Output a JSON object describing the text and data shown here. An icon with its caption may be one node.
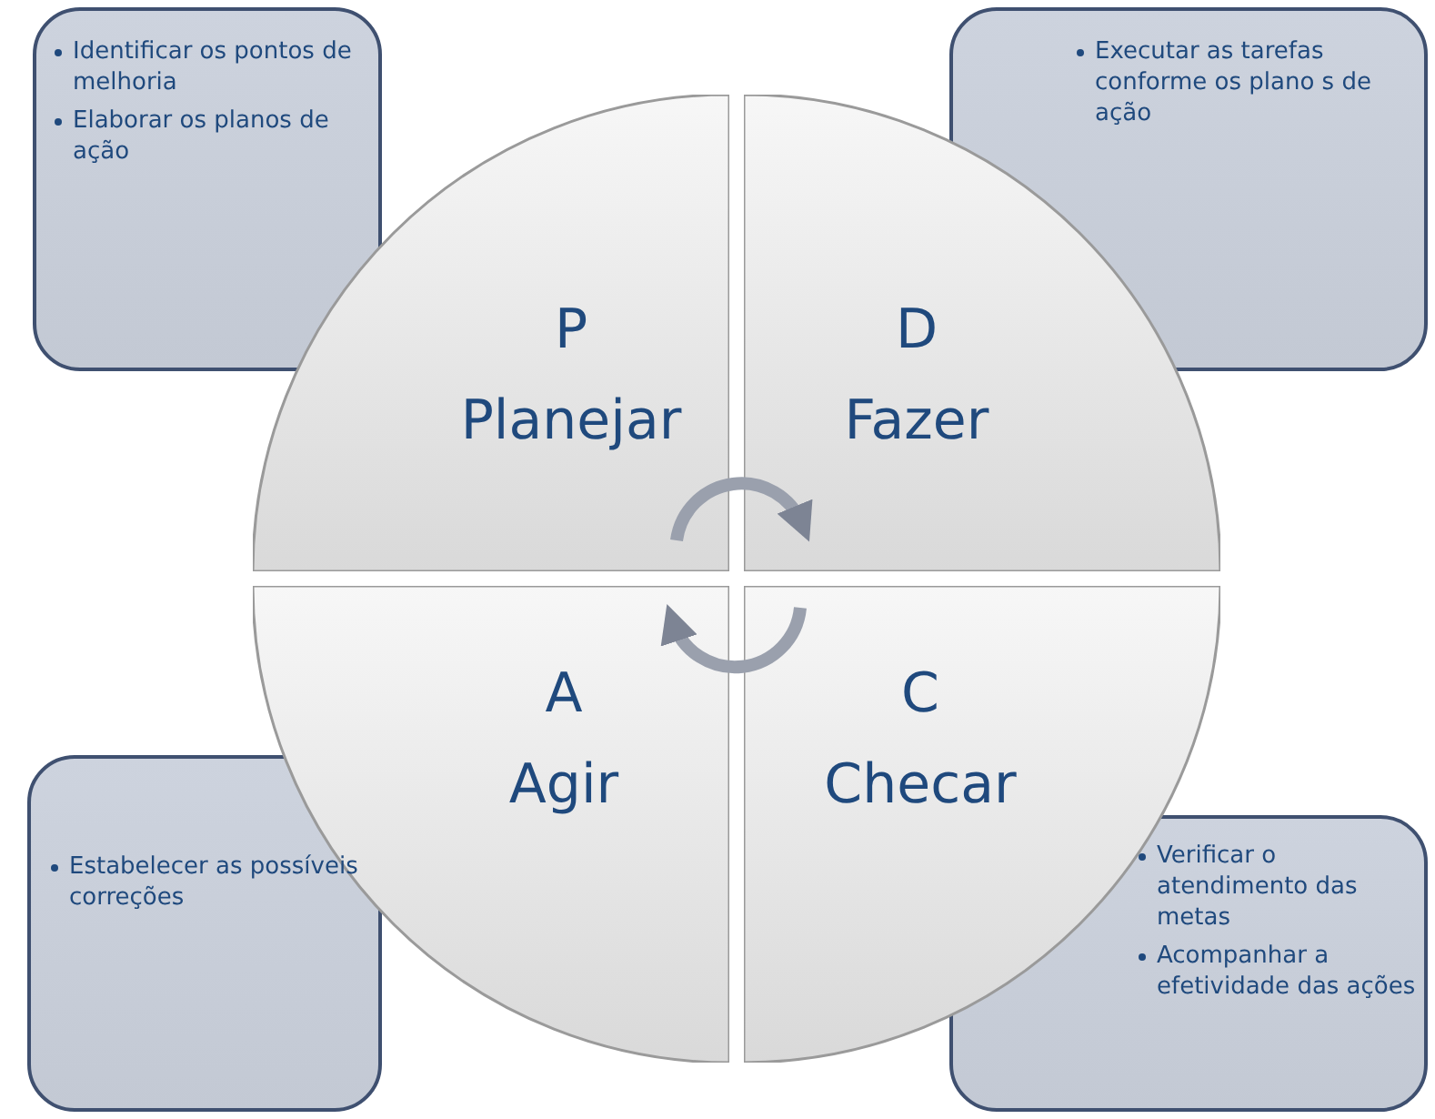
{
  "diagram": {
    "nodes": [
      {
        "text": [
          "Identificar os pontos de melhoria",
          "Elaborar os planos de ação"
        ]
      },
      {
        "text": [
          "Executar as tarefas conforme os plano s de ação"
        ]
      },
      {
        "text": [
          "P",
          "Planejar"
        ]
      },
      {
        "text": [
          "D",
          "Fazer"
        ]
      },
      {
        "text": [
          "A",
          "Agir"
        ]
      },
      {
        "text": [
          "C",
          "Checar"
        ]
      },
      {
        "text": [
          "Estabelecer as possíveis correções"
        ]
      },
      {
        "text": [
          "Verificar o atendimento das metas",
          "Acompanhar a efetividade das ações"
        ]
      }
    ],
    "edges": [
      {
        "from": 2,
        "to": 3,
        "arrow": "to"
      },
      {
        "from": 5,
        "to": 4,
        "arrow": "to"
      }
    ]
  }
}
